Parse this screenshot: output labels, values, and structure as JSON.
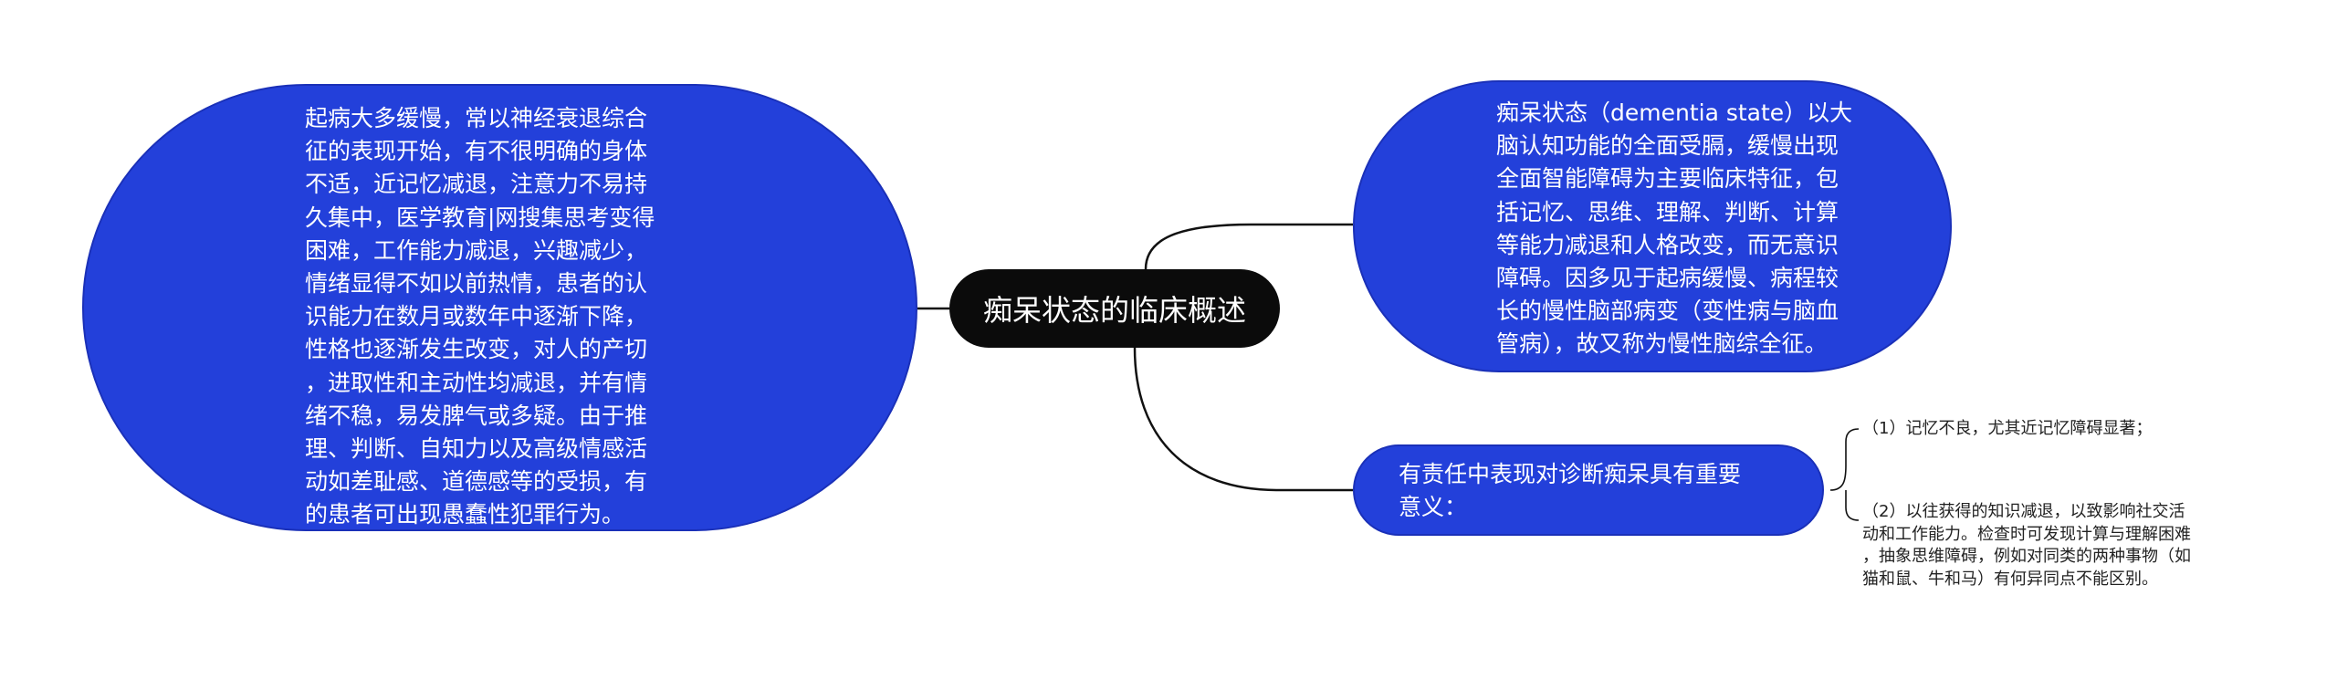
{
  "mindmap": {
    "center": {
      "label": "痴呆状态的临床概述"
    },
    "left_branch": {
      "text": "起病大多缓慢，常以神经衰退综合\n征的表现开始，有不很明确的身体\n不适，近记忆减退，注意力不易持\n久集中，医学教育|网搜集思考变得\n困难，工作能力减退，兴趣减少，\n情绪显得不如以前热情，患者的认\n识能力在数月或数年中逐渐下降，\n性格也逐渐发生改变，对人的产切\n，进取性和主动性均减退，并有情\n绪不稳，易发脾气或多疑。由于推\n理、判断、自知力以及高级情感活\n动如差耻感、道德感等的受损，有\n的患者可出现愚蠢性犯罪行为。"
    },
    "right_branches": [
      {
        "text": "痴呆状态（dementia state）以大\n脑认知功能的全面受膈，缓慢出现\n全面智能障碍为主要临床特征，包\n括记忆、思维、理解、判断、计算\n等能力减退和人格改变，而无意识\n障碍。因多见于起病缓慢、病程较\n长的慢性脑部病变（变性病与脑血\n管病），故又称为慢性脑综全征。"
      },
      {
        "text": "有责任中表现对诊断痴呆具有重要\n意义：",
        "children": [
          {
            "text": "（1）记忆不良，尤其近记忆障碍显著；"
          },
          {
            "text": "（2）以往获得的知识减退，以致影响社交活\n动和工作能力。检查时可发现计算与理解困难\n，抽象思维障碍，例如对同类的两种事物（如\n猫和鼠、牛和马）有何异同点不能区别。"
          }
        ]
      }
    ]
  },
  "colors": {
    "node_fill": "#2340da",
    "center_fill": "#0b0b0b",
    "connector": "#111111"
  }
}
